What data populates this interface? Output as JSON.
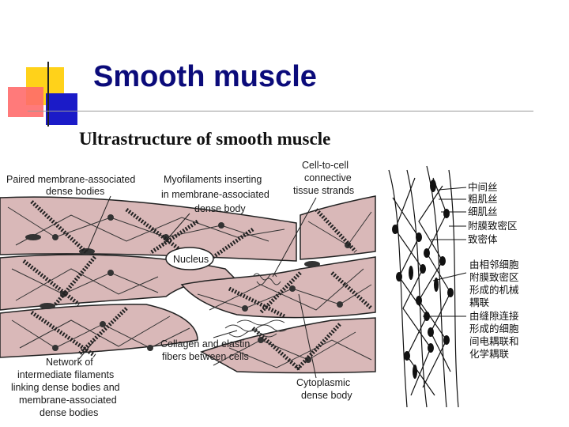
{
  "slide": {
    "title": "Smooth muscle",
    "subtitle": "Ultrastructure of smooth muscle"
  },
  "diagram_left": {
    "labels": {
      "paired_1": "Paired membrane-associated",
      "paired_2": "dense bodies",
      "myo_1": "Myofilaments inserting",
      "myo_2": "in membrane-associated",
      "myo_3": "dense body",
      "cell_1": "Cell-to-cell",
      "cell_2": "connective",
      "cell_3": "tissue strands",
      "nucleus": "Nucleus",
      "collagen_1": "Collagen and elastin",
      "collagen_2": "fibers between cells",
      "network_1": "Network of",
      "network_2": "intermediate filaments",
      "network_3": "linking dense bodies and",
      "network_4": "membrane-associated",
      "network_5": "dense bodies",
      "cyto_1": "Cytoplasmic",
      "cyto_2": "dense body"
    }
  },
  "diagram_right": {
    "labels": {
      "l1": "中间丝",
      "l2": "粗肌丝",
      "l3": "细肌丝",
      "l4": "附膜致密区",
      "l5": "致密体",
      "l6a": "由相邻细胞",
      "l6b": "附膜致密区",
      "l6c": "形成的机械",
      "l6d": "耦联",
      "l7a": "由缝隙连接",
      "l7b": "形成的细胞",
      "l7c": "间电耦联和",
      "l7d": "化学耦联"
    }
  }
}
